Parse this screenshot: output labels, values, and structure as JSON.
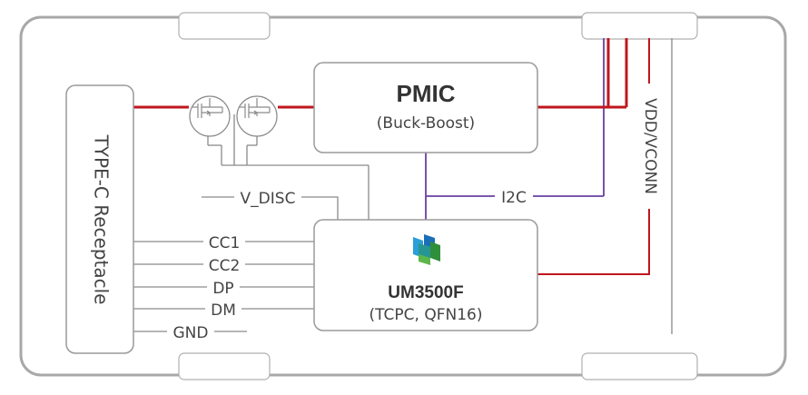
{
  "pmic": {
    "title": "PMIC",
    "subtitle": "(Buck-Boost)"
  },
  "connector": {
    "label": "TYPE-C Receptacle"
  },
  "tcpc": {
    "title": "UM3500F",
    "subtitle": "(TCPC, QFN16)"
  },
  "signals": {
    "v_disc": "V_DISC",
    "i2c": "I2C",
    "cc1": "CC1",
    "cc2": "CC2",
    "dp": "DP",
    "dm": "DM",
    "gnd": "GND",
    "vdd_vconn": "VDD/VCONN"
  },
  "colors": {
    "power": "#c0161e",
    "i2c": "#6a3fa0",
    "signal": "#8a8a8a",
    "outline": "#9a9a9a"
  }
}
